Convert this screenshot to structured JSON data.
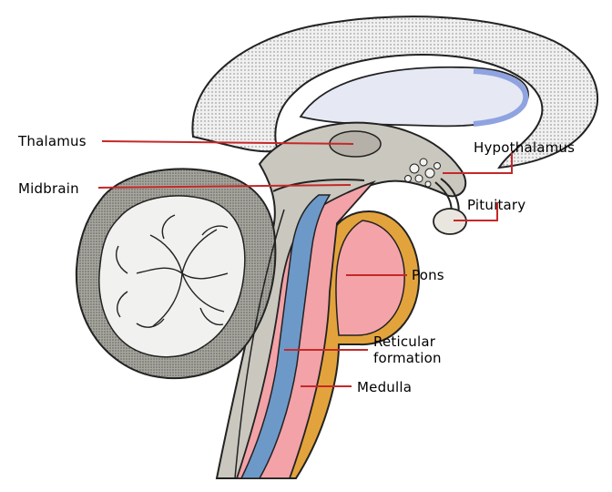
{
  "labels": {
    "thalamus": "Thalamus",
    "midbrain": "Midbrain",
    "hypothalamus": "Hypothalamus",
    "pituitary": "Pituitary",
    "pons": "Pons",
    "reticular_line1": "Reticular",
    "reticular_line2": "formation",
    "medulla": "Medulla"
  },
  "colors": {
    "leader_line": "#c62828",
    "cortex_stipple": "#e7e7e7",
    "ventricle": "#b9c6f2",
    "brainstem_grey": "#c8c5bd",
    "pons_fill": "#f4a3a8",
    "pons_rim": "#e2a23b",
    "reticular_fill": "#f3a2a7",
    "canal": "#6d99c9",
    "cerebellum_outer": "#8f8f89",
    "cerebellum_inner": "#f1f1ef"
  }
}
